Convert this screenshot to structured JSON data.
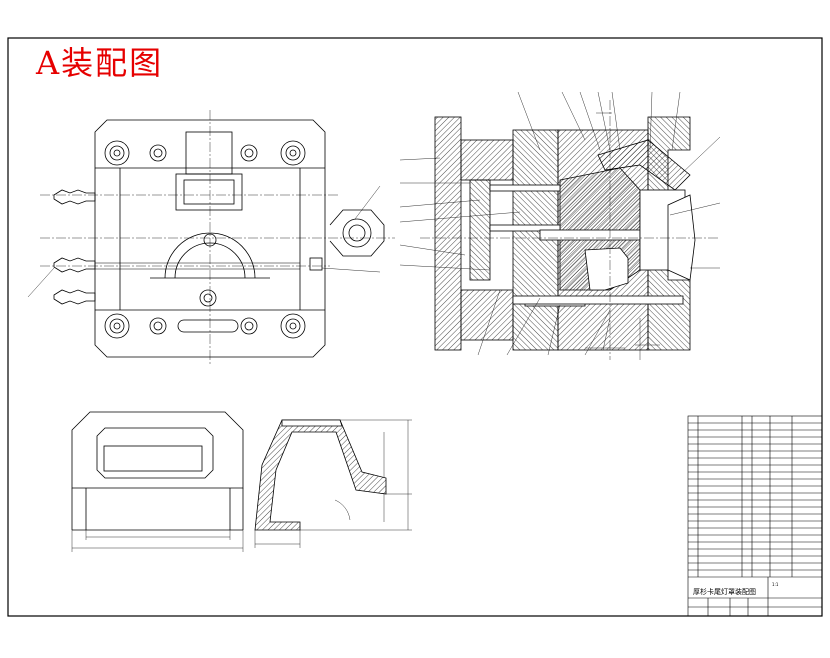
{
  "title": "A装配图",
  "notes": "",
  "titleblock": {
    "product_name": "厚杉卡尾灯罩装配图",
    "scale": "1:1"
  },
  "colors": {
    "line": "#000000",
    "title": "#e60000",
    "hatch": "#000000",
    "background": "#ffffff"
  }
}
